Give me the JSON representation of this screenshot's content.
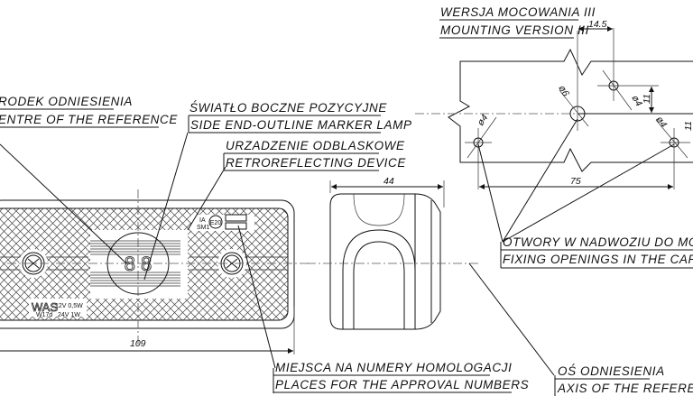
{
  "labels": {
    "reference_centre": {
      "pl": "RODEK ODNIESIENIA",
      "en": "ENTRE OF THE REFERENCE"
    },
    "marker_lamp": {
      "pl": "ŚWIATŁO BOCZNE POZYCYJNE",
      "en": "SIDE END-OUTLINE MARKER LAMP"
    },
    "retroreflector": {
      "pl": "URZADZENIE ODBLASKOWE",
      "en": "RETROREFLECTING DEVICE"
    },
    "mounting_version": {
      "pl": "WERSJA MOCOWANIA III",
      "en": "MOUNTING VERSION III"
    },
    "fixing_openings": {
      "pl": "OTWORY W NADWOZIU DO MOCO",
      "en": "FIXING OPENINGS IN THE CARRI"
    },
    "approval_places": {
      "pl": "MIEJSCA NA NUMERY HOMOLOGACJI",
      "en": "PLACES FOR THE APPROVAL NUMBERS"
    },
    "reference_axis": {
      "pl": "OŚ ODNIESIENIA",
      "en": "AXIS OF THE REFEREN"
    }
  },
  "dimensions": {
    "length": "109",
    "depth": "44",
    "offset": "14.5",
    "spacing": "75",
    "vertical_1": "11",
    "vertical_2": "11",
    "hole_center": "ø6",
    "hole_a": "ø4",
    "hole_b": "ø4",
    "hole_c": "ø4"
  },
  "lamp_markings": {
    "brand": "WAS",
    "model": "W17d",
    "rating_1": "12V 0,5W",
    "rating_2": "24V 1W",
    "class_1": "IA",
    "class_2": "SM1",
    "approval": "E20",
    "digits": "8 8"
  }
}
